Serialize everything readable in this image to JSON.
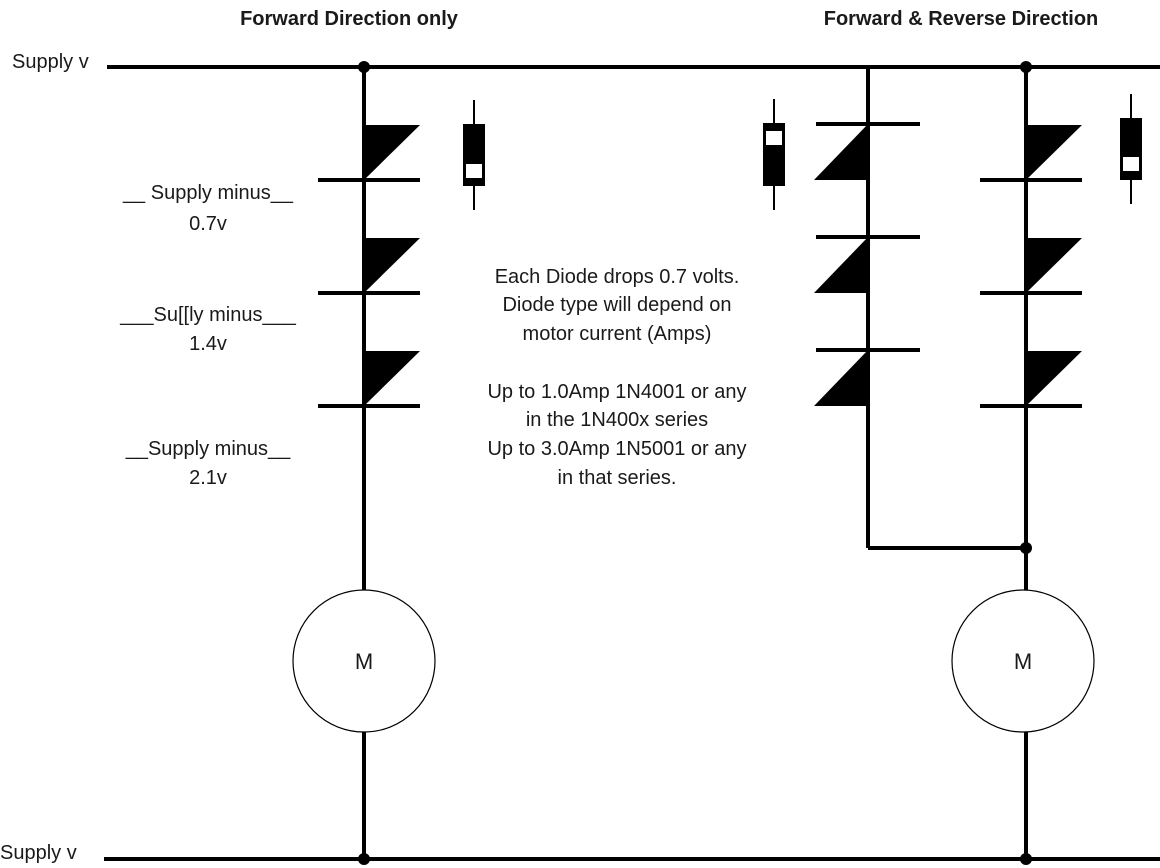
{
  "titles": {
    "left": "Forward Direction only",
    "right": "Forward & Reverse Direction"
  },
  "rails": {
    "top_label": "Supply v",
    "bottom_label": "Supply v"
  },
  "voltage_labels": [
    {
      "line1": "__ Supply minus__",
      "line2": "0.7v"
    },
    {
      "line1": "___Su[[ly minus___",
      "line2": "1.4v"
    },
    {
      "line1": "__Supply minus__",
      "line2": "2.1v"
    }
  ],
  "note": {
    "lines": [
      "Each Diode drops 0.7 volts.",
      "Diode type will depend on",
      "motor current (Amps)",
      "",
      "Up to 1.0Amp 1N4001 or any",
      "in the 1N400x series",
      "Up to 3.0Amp 1N5001 or any",
      "in that series."
    ]
  },
  "motors": {
    "left_label": "M",
    "right_label": "M"
  },
  "colors": {
    "wire": "#000000",
    "text": "#1a1a1a",
    "background": "#ffffff"
  }
}
